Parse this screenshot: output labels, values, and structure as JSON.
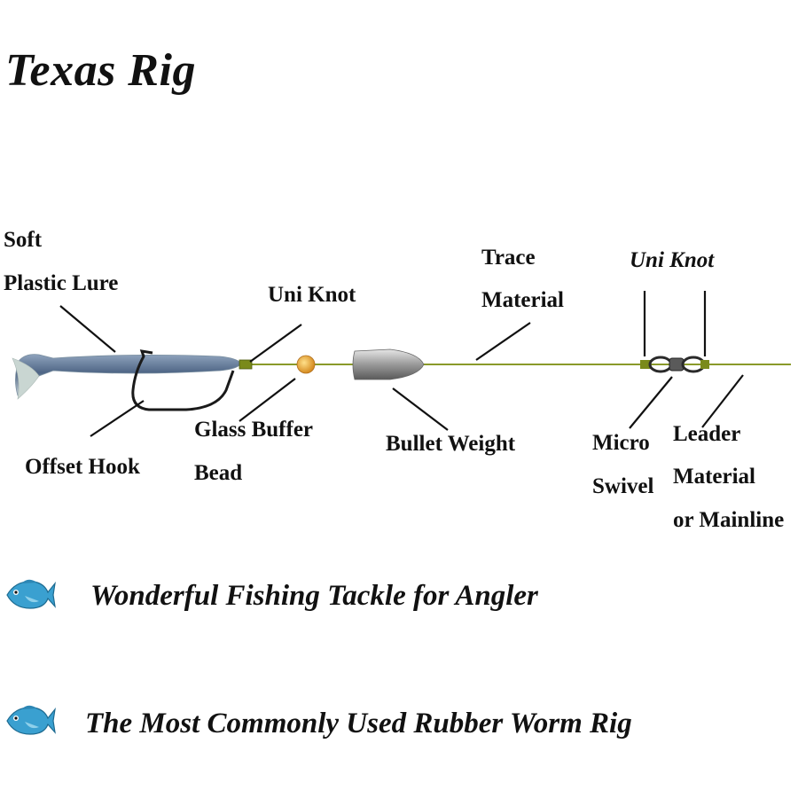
{
  "title": "Texas Rig",
  "labels": {
    "soft_line1": "Soft",
    "soft_line2": "Plastic Lure",
    "offset_hook": "Offset Hook",
    "uni_knot_left": "Uni Knot",
    "glass_line1": "Glass Buffer",
    "glass_line2": "Bead",
    "bullet_weight": "Bullet Weight",
    "trace_line1": "Trace",
    "trace_line2": "Material",
    "uni_knot_right": "Uni Knot",
    "micro_line1": "Micro",
    "micro_line2": "Swivel",
    "leader_line1": "Leader",
    "leader_line2": "Material",
    "leader_line3": "or Mainline"
  },
  "taglines": [
    "Wonderful Fishing Tackle for Angler",
    "The Most Commonly Used Rubber Worm Rig"
  ],
  "colors": {
    "line": "#8a9a2a",
    "lure_body": "#5a6f8f",
    "lure_tail": "#c9d6d2",
    "bead": "#e8a53a",
    "weight": "#b8b8b8",
    "fish_icon": "#3aa0d0"
  },
  "icons": [
    "fish-icon",
    "fish-icon"
  ]
}
